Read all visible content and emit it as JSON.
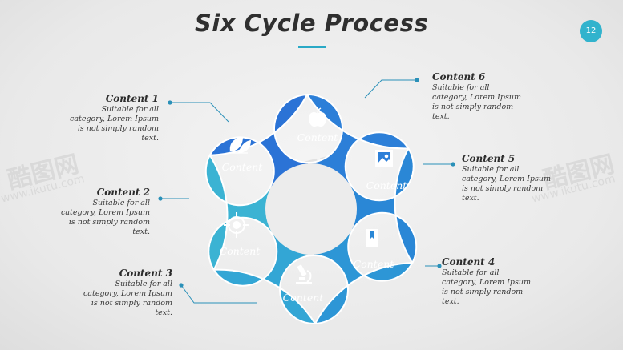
{
  "slide": {
    "title": "Six Cycle Process",
    "page_number": "12",
    "accent_color": "#2aa9c6"
  },
  "watermark": {
    "brand": "酷图网",
    "url": "www.ikutu.com"
  },
  "segments": [
    {
      "label": "Content",
      "icon": "leaves-icon",
      "color": "#3bb3d3"
    },
    {
      "label": "Content",
      "icon": "target-icon",
      "color": "#33a6d5"
    },
    {
      "label": "Content",
      "icon": "microscope-icon",
      "color": "#2d96d6"
    },
    {
      "label": "Content",
      "icon": "bookmark-document-icon",
      "color": "#2a87d6"
    },
    {
      "label": "Content",
      "icon": "picture-icon",
      "color": "#2c7fd8"
    },
    {
      "label": "Content",
      "icon": "apple-icon",
      "color": "#2b73d6"
    }
  ],
  "items": [
    {
      "heading": "Content 1",
      "body": [
        "Suitable for all",
        "category, Lorem Ipsum",
        "is not simply random",
        "text."
      ]
    },
    {
      "heading": "Content 2",
      "body": [
        "Suitable for all",
        "category, Lorem Ipsum",
        "is not simply random",
        "text."
      ]
    },
    {
      "heading": "Content 3",
      "body": [
        "Suitable for all",
        "category, Lorem Ipsum",
        "is not simply random",
        "text."
      ]
    },
    {
      "heading": "Content 4",
      "body": [
        "Suitable for all",
        "category, Lorem Ipsum",
        "is not simply random",
        "text."
      ]
    },
    {
      "heading": "Content 5",
      "body": [
        "Suitable for all",
        "category, Lorem Ipsum",
        "is not simply random",
        "text."
      ]
    },
    {
      "heading": "Content 6",
      "body": [
        "Suitable for all",
        "category, Lorem Ipsum",
        "is not simply random",
        "text."
      ]
    }
  ]
}
